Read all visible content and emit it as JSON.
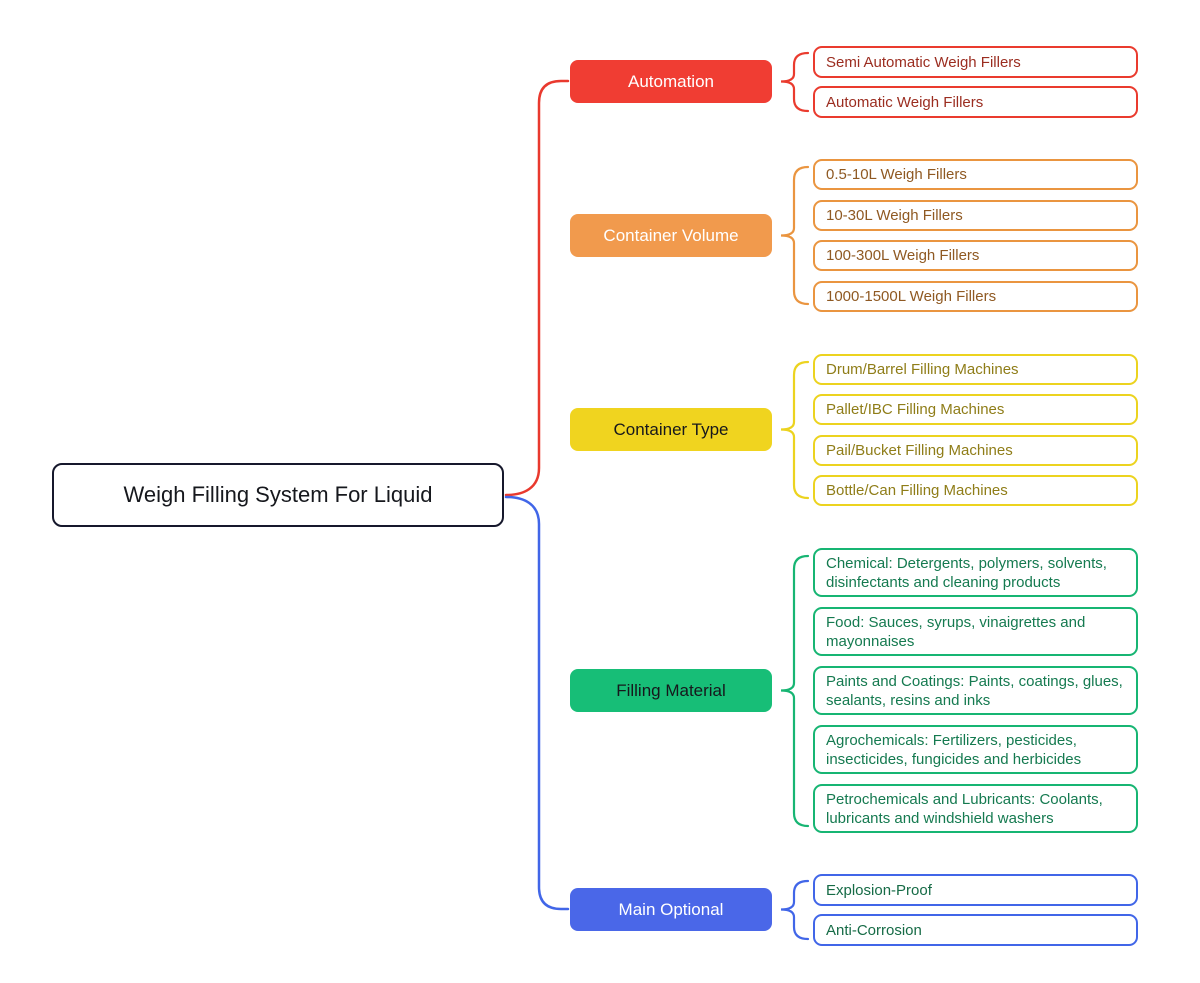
{
  "title": {
    "text": "Weigh Filling System For Liquid",
    "border_color": "#16182c",
    "text_color": "#16181d"
  },
  "connectors": {
    "top_trunk_color": "#e9392e",
    "bottom_trunk_color": "#4166e8"
  },
  "branches": [
    {
      "label": "Automation",
      "fill": "#f03d33",
      "label_color": "#ffffff",
      "border": "#ea3b2e",
      "child_text_color": "#9b2d20",
      "children": [
        "Semi Automatic Weigh Fillers",
        "Automatic Weigh Fillers"
      ]
    },
    {
      "label": "Container Volume",
      "fill": "#f19a4d",
      "label_color": "#ffffff",
      "border": "#ea9540",
      "child_text_color": "#8f5922",
      "children": [
        "0.5-10L Weigh Fillers",
        "10-30L Weigh Fillers",
        "100-300L Weigh Fillers",
        "1000-1500L Weigh Fillers"
      ]
    },
    {
      "label": "Container Type",
      "fill": "#f0d41f",
      "label_color": "#17181c",
      "border": "#ecd31f",
      "child_text_color": "#8f7d18",
      "children": [
        "Drum/Barrel Filling Machines",
        "Pallet/IBC Filling Machines",
        "Pail/Bucket Filling Machines",
        "Bottle/Can Filling Machines"
      ]
    },
    {
      "label": "Filling Material",
      "fill": "#17be77",
      "label_color": "#17181c",
      "border": "#17b573",
      "child_text_color": "#157a50",
      "children": [
        "Chemical: Detergents, polymers, solvents, disinfectants and cleaning products",
        "Food: Sauces, syrups, vinaigrettes and mayonnaises",
        "Paints and Coatings: Paints, coatings, glues, sealants, resins and inks",
        "Agrochemicals: Fertilizers, pesticides, insecticides, fungicides and herbicides",
        "Petrochemicals and Lubricants: Coolants, lubricants and windshield washers"
      ]
    },
    {
      "label": "Main Optional",
      "fill": "#4a67e8",
      "label_color": "#ffffff",
      "border": "#4166e8",
      "child_text_color": "#166b46",
      "children": [
        "Explosion-Proof",
        "Anti-Corrosion"
      ]
    }
  ]
}
